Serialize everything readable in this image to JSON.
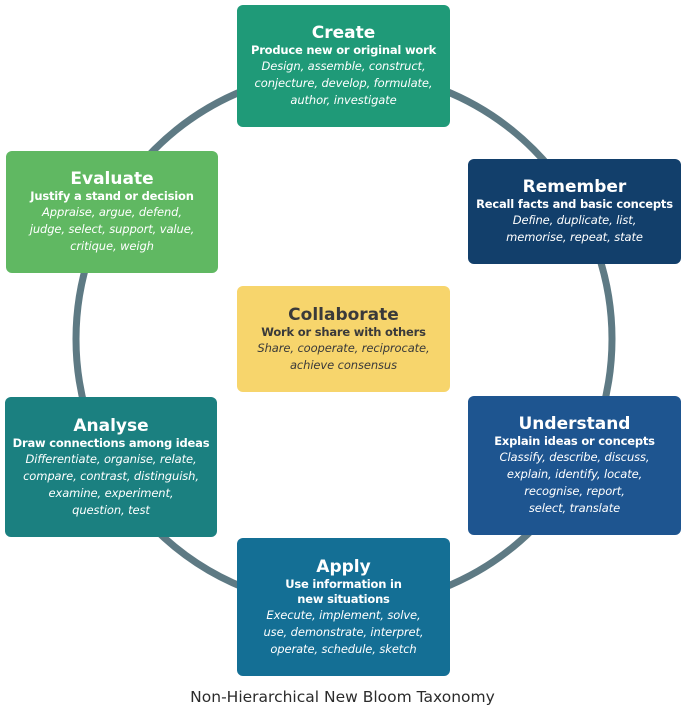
{
  "diagram": {
    "caption": "Non-Hierarchical New Bloom Taxonomy",
    "ring_color": "#5e7a84",
    "nodes": {
      "create": {
        "title": "Create",
        "subtitle": "Produce new or original work",
        "verbs": [
          "Design, assemble, construct,",
          "conjecture, develop, formulate,",
          "author, investigate"
        ],
        "color": "#1f9a78"
      },
      "remember": {
        "title": "Remember",
        "subtitle": "Recall facts and basic concepts",
        "verbs": [
          "Define, duplicate, list,",
          "memorise, repeat, state"
        ],
        "color": "#123f6b"
      },
      "evaluate": {
        "title": "Evaluate",
        "subtitle": "Justify a stand or decision",
        "verbs": [
          "Appraise, argue, defend,",
          "judge, select, support, value,",
          "critique, weigh"
        ],
        "color": "#60b862"
      },
      "collaborate": {
        "title": "Collaborate",
        "subtitle": "Work or share with others",
        "verbs": [
          "Share, cooperate, reciprocate,",
          "achieve consensus"
        ],
        "color": "#f7d56c"
      },
      "analyse": {
        "title": "Analyse",
        "subtitle": "Draw connections among ideas",
        "verbs": [
          "Differentiate, organise, relate,",
          "compare, contrast, distinguish,",
          "examine, experiment,",
          "question, test"
        ],
        "color": "#1b8080"
      },
      "understand": {
        "title": "Understand",
        "subtitle": "Explain ideas or concepts",
        "verbs": [
          "Classify, describe, discuss,",
          "explain, identify, locate,",
          "recognise, report,",
          "select, translate"
        ],
        "color": "#1e5590"
      },
      "apply": {
        "title": "Apply",
        "subtitle_lines": [
          "Use information in",
          "new situations"
        ],
        "verbs": [
          "Execute, implement, solve,",
          "use, demonstrate, interpret,",
          "operate, schedule, sketch"
        ],
        "color": "#146f95"
      }
    }
  }
}
